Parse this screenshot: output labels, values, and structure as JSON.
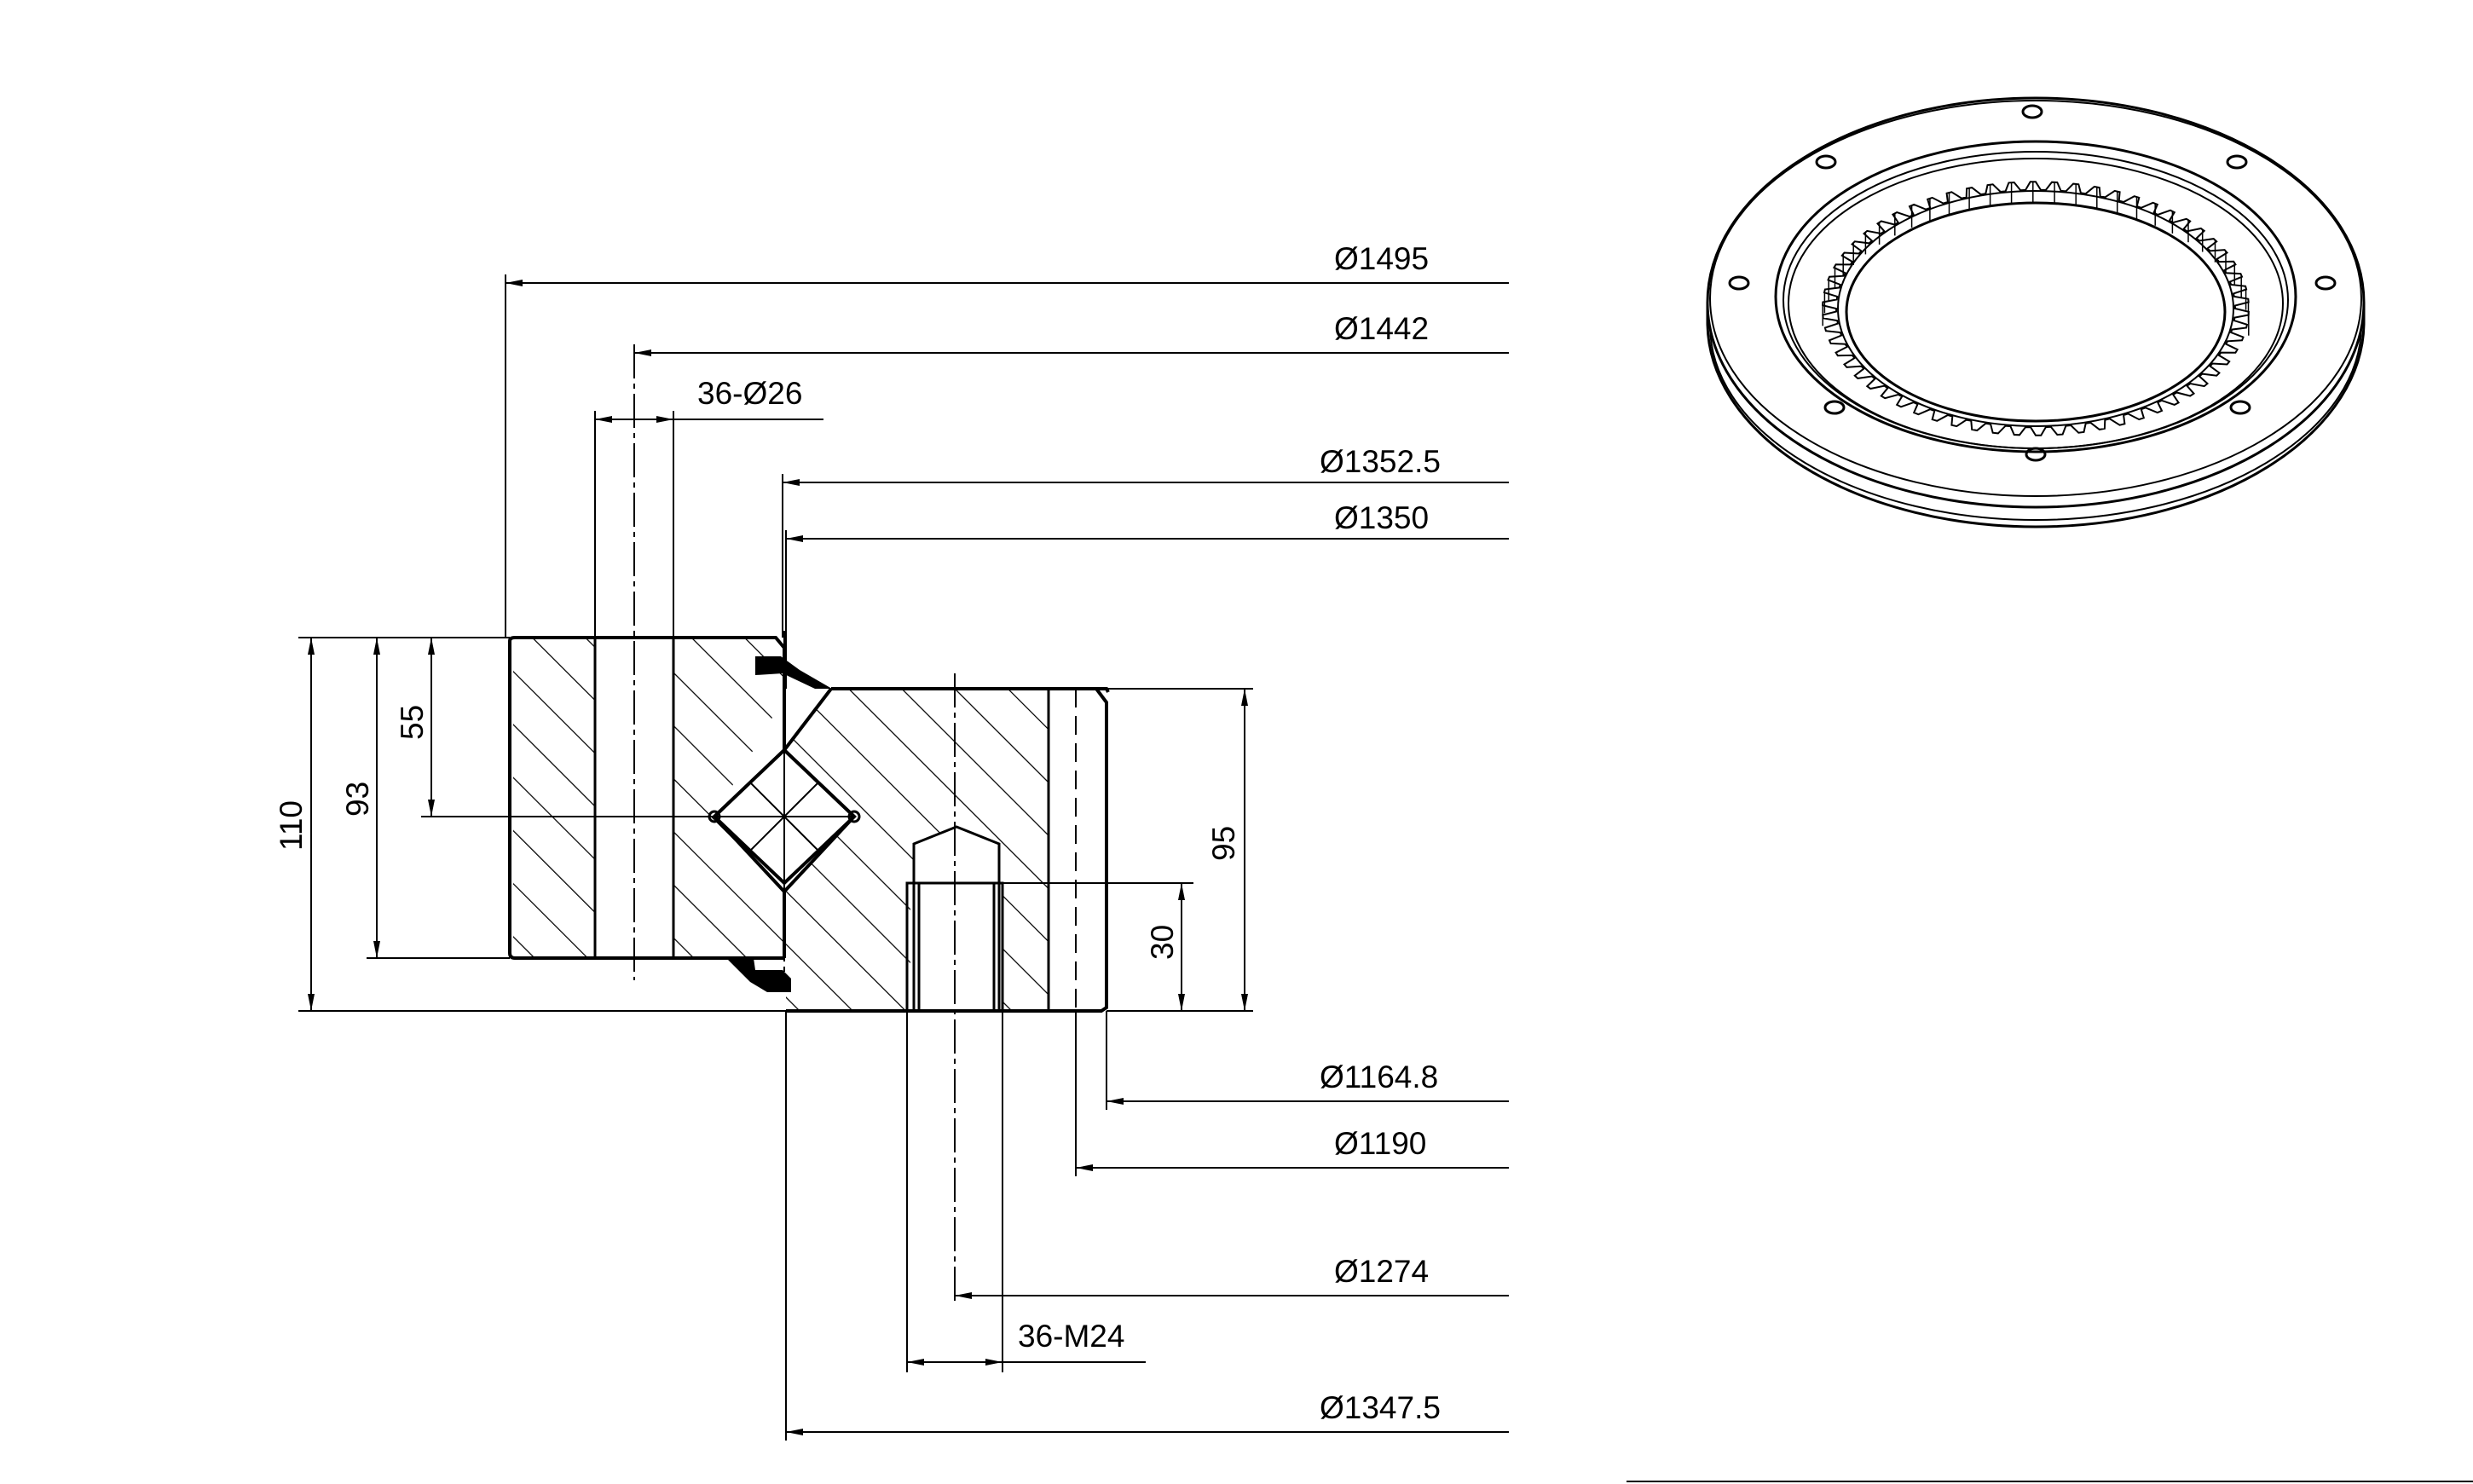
{
  "dimensions": {
    "d1495": "Ø1495",
    "d1442": "Ø1442",
    "holes": "36-Ø26",
    "d1352_5": "Ø1352.5",
    "d1350": "Ø1350",
    "d1164_8": "Ø1164.8",
    "d1190": "Ø1190",
    "d1274": "Ø1274",
    "threads": "36-M24",
    "d1347_5": "Ø1347.5",
    "h110": "110",
    "h93": "93",
    "h55": "55",
    "h95": "95",
    "h30": "30"
  }
}
